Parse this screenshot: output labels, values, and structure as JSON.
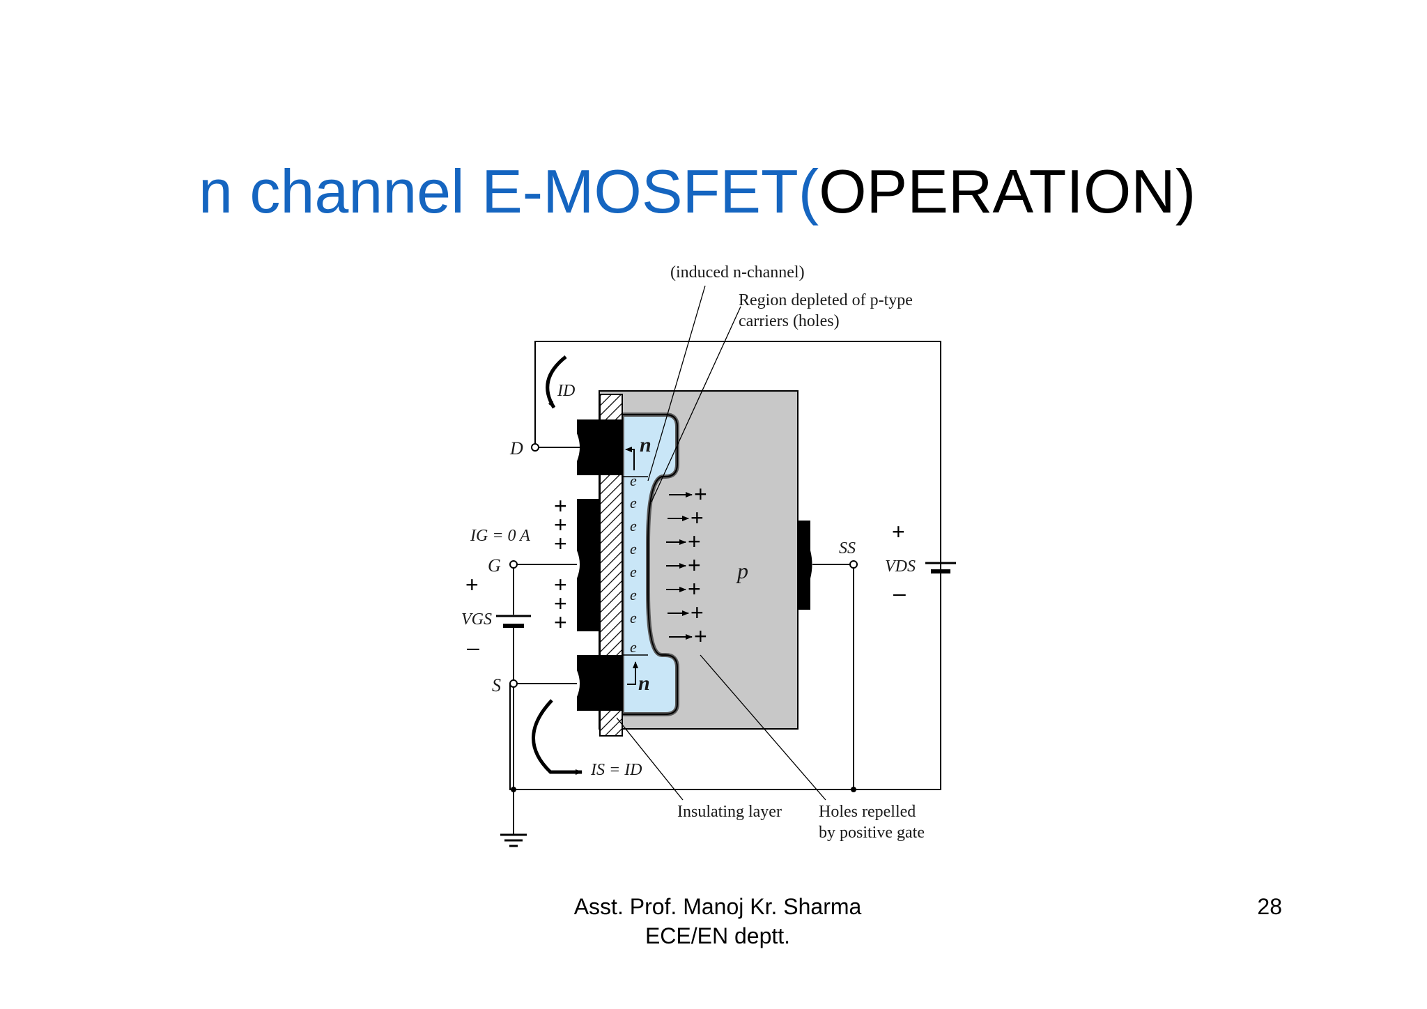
{
  "slide": {
    "title_part1": "n channel E-MOSFET(",
    "title_part2": "OPERATION)",
    "title_color": "#1565c0",
    "page_number": "28",
    "footer_line1": "Asst. Prof. Manoj Kr. Sharma",
    "footer_line2": "ECE/EN  deptt."
  },
  "diagram": {
    "callout_induced": "(induced n-channel)",
    "callout_depleted_line1": "Region depleted of p-type",
    "callout_depleted_line2": "carriers (holes)",
    "callout_insulating": "Insulating layer",
    "callout_holes_line1": "Holes repelled",
    "callout_holes_line2": "by positive gate",
    "terminal_drain": "D",
    "terminal_gate": "G",
    "terminal_source": "S",
    "terminal_substrate": "SS",
    "gate_current": "IG = 0 A",
    "drain_current": "ID",
    "source_current": "IS = ID",
    "vgs_label": "VGS",
    "vds_label": "VDS",
    "region_n": "n",
    "region_p": "p",
    "electron": "e",
    "plus": "+",
    "minus": "–",
    "colors": {
      "substrate": "#c8c8c8",
      "n_region": "#c9e6f7",
      "metal": "#000000"
    }
  }
}
